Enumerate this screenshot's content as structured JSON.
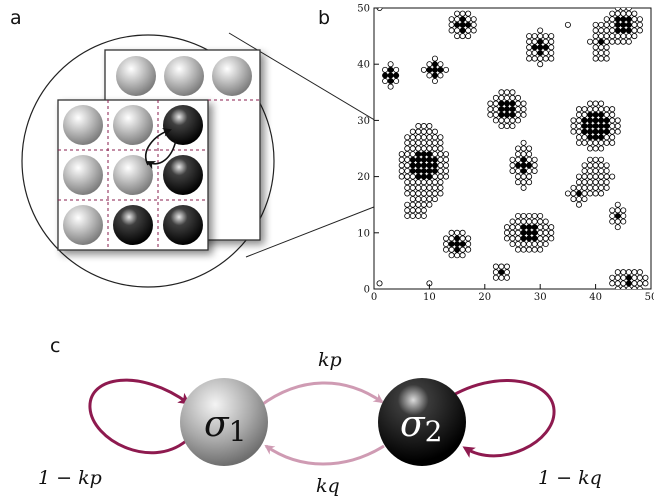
{
  "panels": {
    "a": "a",
    "b": "b",
    "c": "c"
  },
  "lattice_grid": {
    "front_rows": [
      [
        "grey",
        "grey",
        "black"
      ],
      [
        "grey",
        "grey",
        "black"
      ],
      [
        "grey",
        "black",
        "black"
      ]
    ],
    "back_top_row": [
      "grey",
      "grey",
      "grey"
    ]
  },
  "scatter": {
    "xlim": [
      0,
      50
    ],
    "ylim": [
      0,
      50
    ],
    "xticks": [
      "0",
      "10",
      "20",
      "30",
      "40",
      "50"
    ],
    "yticks": [
      "0",
      "10",
      "20",
      "30",
      "40",
      "50"
    ],
    "clusters_shown_as": "white circles = sites, black = cluster cores"
  },
  "states": {
    "sigma1": {
      "symbol": "σ",
      "sub": "1",
      "color": "#a8a8a8"
    },
    "sigma2": {
      "symbol": "σ",
      "sub": "2",
      "color": "#111111"
    }
  },
  "transitions": {
    "forward_label": "kp",
    "backward_label": "kq",
    "self_loop_1": "1 − kp",
    "self_loop_2": "1 − kq",
    "loop_color": "#8e1a4f",
    "transition_color": "#cf9bb3"
  }
}
